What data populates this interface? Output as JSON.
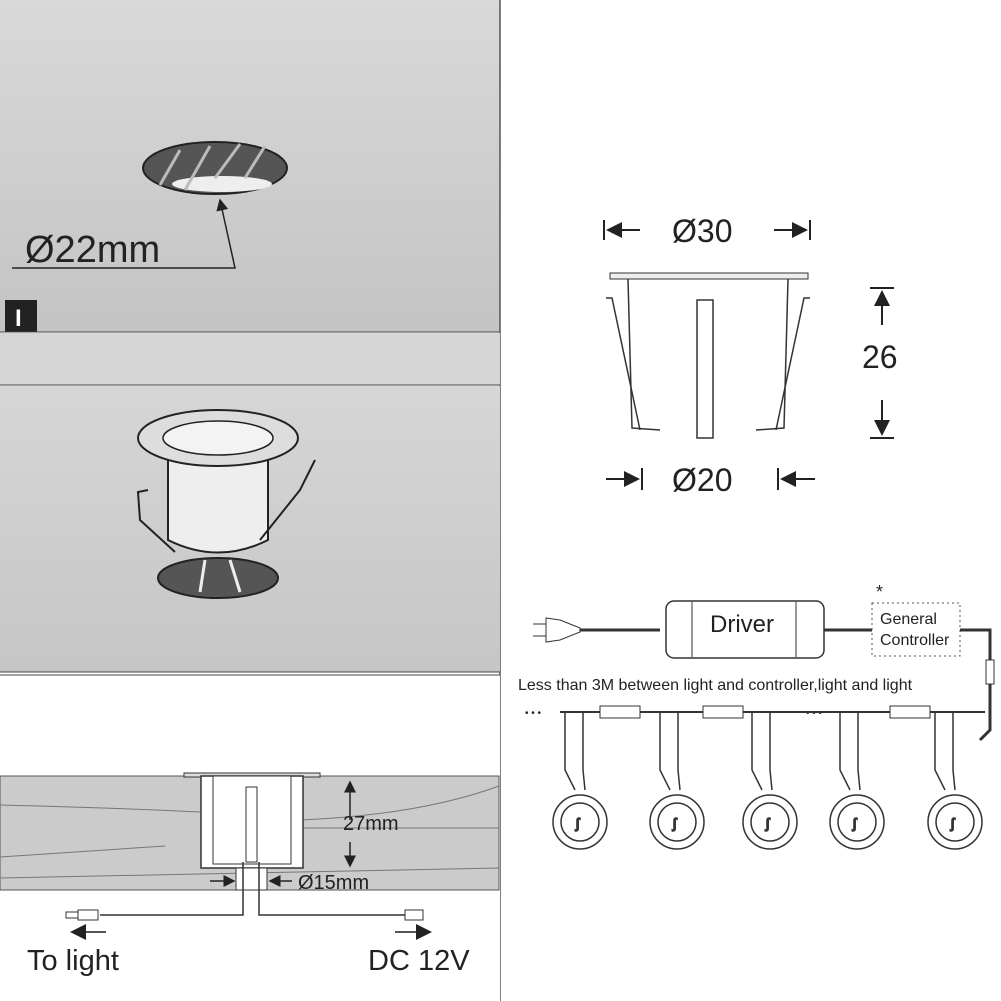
{
  "step1": {
    "hole_label": "Ø22mm",
    "step_marker": "I"
  },
  "dimensions": {
    "top_diameter": "Ø30",
    "height": "26",
    "bottom_diameter": "Ø20"
  },
  "wiring": {
    "driver_label": "Driver",
    "controller_label_line1": "General",
    "controller_label_line2": "Controller",
    "controller_note_marker": "*",
    "distance_note": "Less than 3M between light and controller,light and light",
    "ellipsis": "• • •"
  },
  "install": {
    "depth_label": "27mm",
    "hole_diameter_label": "Ø15mm",
    "to_light_label": "To light",
    "power_label": "DC 12V"
  },
  "colors": {
    "panel_gray": "#cfcfcf",
    "line": "#333333"
  }
}
